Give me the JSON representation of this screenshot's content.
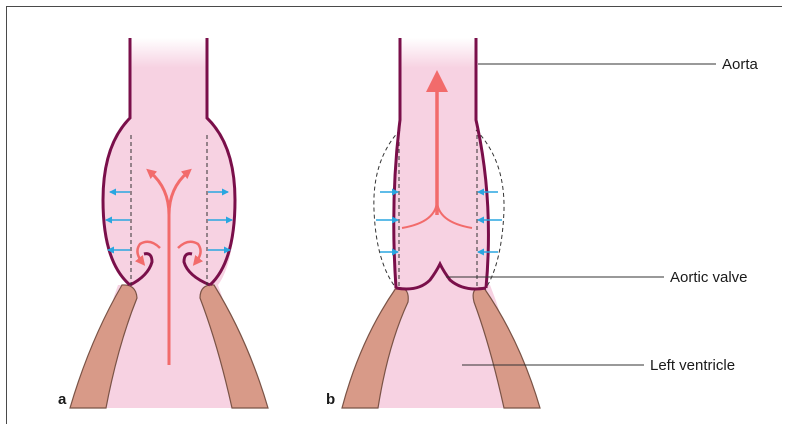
{
  "panels": {
    "a": {
      "label": "a"
    },
    "b": {
      "label": "b"
    }
  },
  "labels": {
    "aorta": "Aorta",
    "aortic_valve": "Aortic valve",
    "left_ventricle": "Left ventricle"
  },
  "colors": {
    "vessel_wall": "#7a0f4a",
    "blood_fill": "#f7d2e2",
    "flow_arrow": "#f26b6b",
    "expansion_arrow": "#2aa6e0",
    "muscle": "#d89a88",
    "muscle_outline": "#7a5346"
  }
}
